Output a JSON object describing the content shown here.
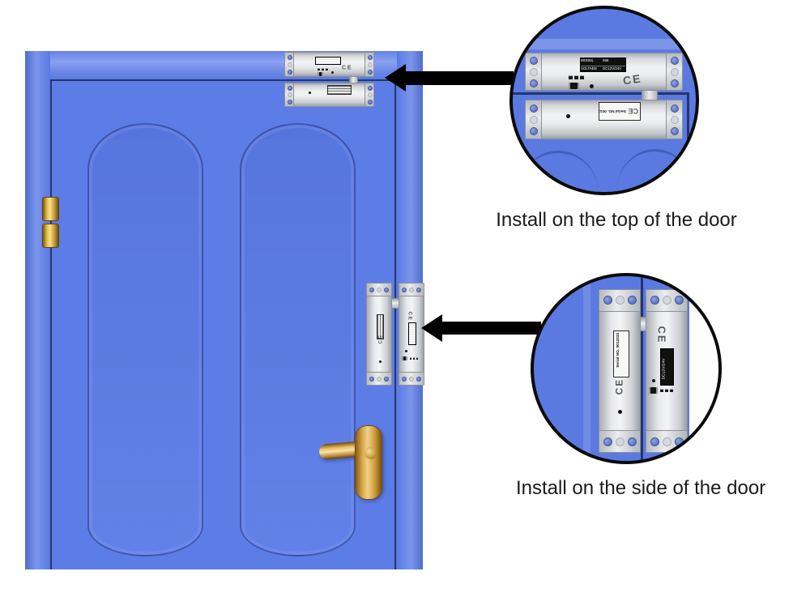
{
  "captions": {
    "top": "Install on the top of the door",
    "side": "Install on the side of the door"
  },
  "device_labels": {
    "ce_mark": "CE",
    "serial": "Serial NO. 0013333",
    "model_key": "MODEL",
    "model_value": "268",
    "voltage_key": "VOLTAGE",
    "voltage_value": "DC12V/24V"
  },
  "colors": {
    "door_blue": "#5a7ae2",
    "door_edge_line": "#26356b",
    "frame_highlight": "#8aa2f0",
    "hardware_gold": "#d9a43b",
    "plate_silver": "#e8e9eb",
    "screw_hole_blue": "#6f88d8",
    "arrow_black": "#000000",
    "inset_border": "#0b0b0b",
    "background_white": "#ffffff",
    "caption_text": "#1a1a1a"
  }
}
